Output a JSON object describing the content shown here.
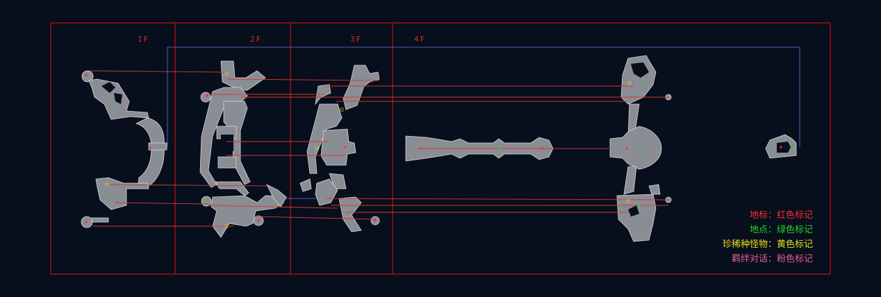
{
  "floors": [
    {
      "label": "1F"
    },
    {
      "label": "2F"
    },
    {
      "label": "3F"
    },
    {
      "label": "4F"
    }
  ],
  "legend": [
    {
      "text": "地标：红色标记",
      "color": "#ff2d2d"
    },
    {
      "text": "地点：绿色标记",
      "color": "#28d428"
    },
    {
      "text": "珍稀种怪物：黄色标记",
      "color": "#e8e01a"
    },
    {
      "text": "羁绊对话：粉色标记",
      "color": "#e65ea0"
    }
  ],
  "colors": {
    "background": "#070e1c",
    "frame": "#c0131a",
    "connector": "#d23a32",
    "vertical_link": "#5a5ab4",
    "floor_fill": "#8a8d94",
    "floor_stroke": "#d8d8d8"
  }
}
